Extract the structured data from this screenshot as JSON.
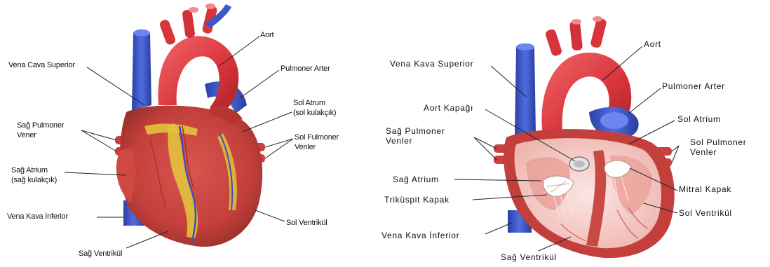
{
  "colors": {
    "aorta_red": "#d8343a",
    "vena_blue": "#3b57c8",
    "muscle_red": "#c9403d",
    "fat_yellow": "#e3c23c",
    "interior_pink": "#f4cfcb",
    "label_text": "#111111"
  },
  "left_diagram": {
    "labels": {
      "aort": "Aort",
      "vena_cava_superior": "Vena Cava Superior",
      "pulmoner_arter": "Pulmoner Arter",
      "sol_atrium": "Sol Atrum\n(sol kulakçık)",
      "sag_pulmoner_vener": "Sağ Pulmoner\nVener",
      "sol_pulmoner_venler": "Sol Fulmoner\nVenler",
      "sag_atrium": "Sağ Atrium\n(sağ kulakçık)",
      "vena_kava_inferior": "Vena Kava İnferior",
      "sol_ventrikul": "Sol Ventrikül",
      "sag_ventrikul": "Sağ Ventrikül"
    }
  },
  "right_diagram": {
    "labels": {
      "aort": "Aort",
      "vena_kava_superior": "Vena Kava Superior",
      "pulmoner_arter": "Pulmoner Arter",
      "aort_kapagi": "Aort Kapağı",
      "sol_atrium": "Sol Atrium",
      "sag_pulmoner_venler": "Sağ Pulmoner\nVenler",
      "sol_pulmoner_venler": "Sol Pulmoner\nVenler",
      "sag_atrium": "Sağ Atrium",
      "mitral_kapak": "Mitral Kapak",
      "trikuspit_kapak": "Triküspit Kapak",
      "sol_ventrikul": "Sol Ventrikül",
      "vena_kava_inferior": "Vena Kava İnferior",
      "sag_ventrikul": "Sağ Ventrikül"
    }
  }
}
